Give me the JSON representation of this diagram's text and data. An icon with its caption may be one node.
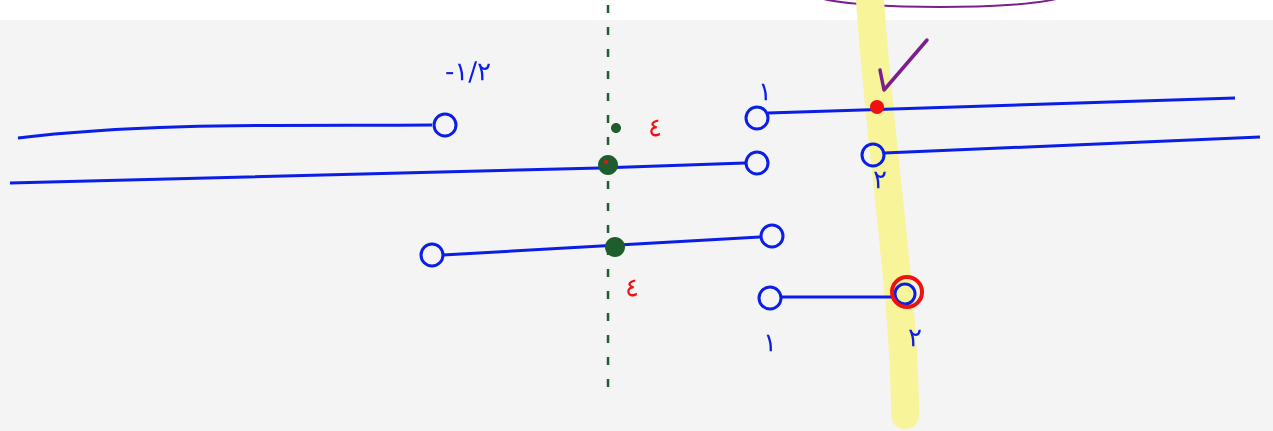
{
  "diagram": {
    "labels": [
      "-١/٢",
      "١",
      "٤",
      "٢",
      "٤",
      "١",
      "٢"
    ]
  }
}
